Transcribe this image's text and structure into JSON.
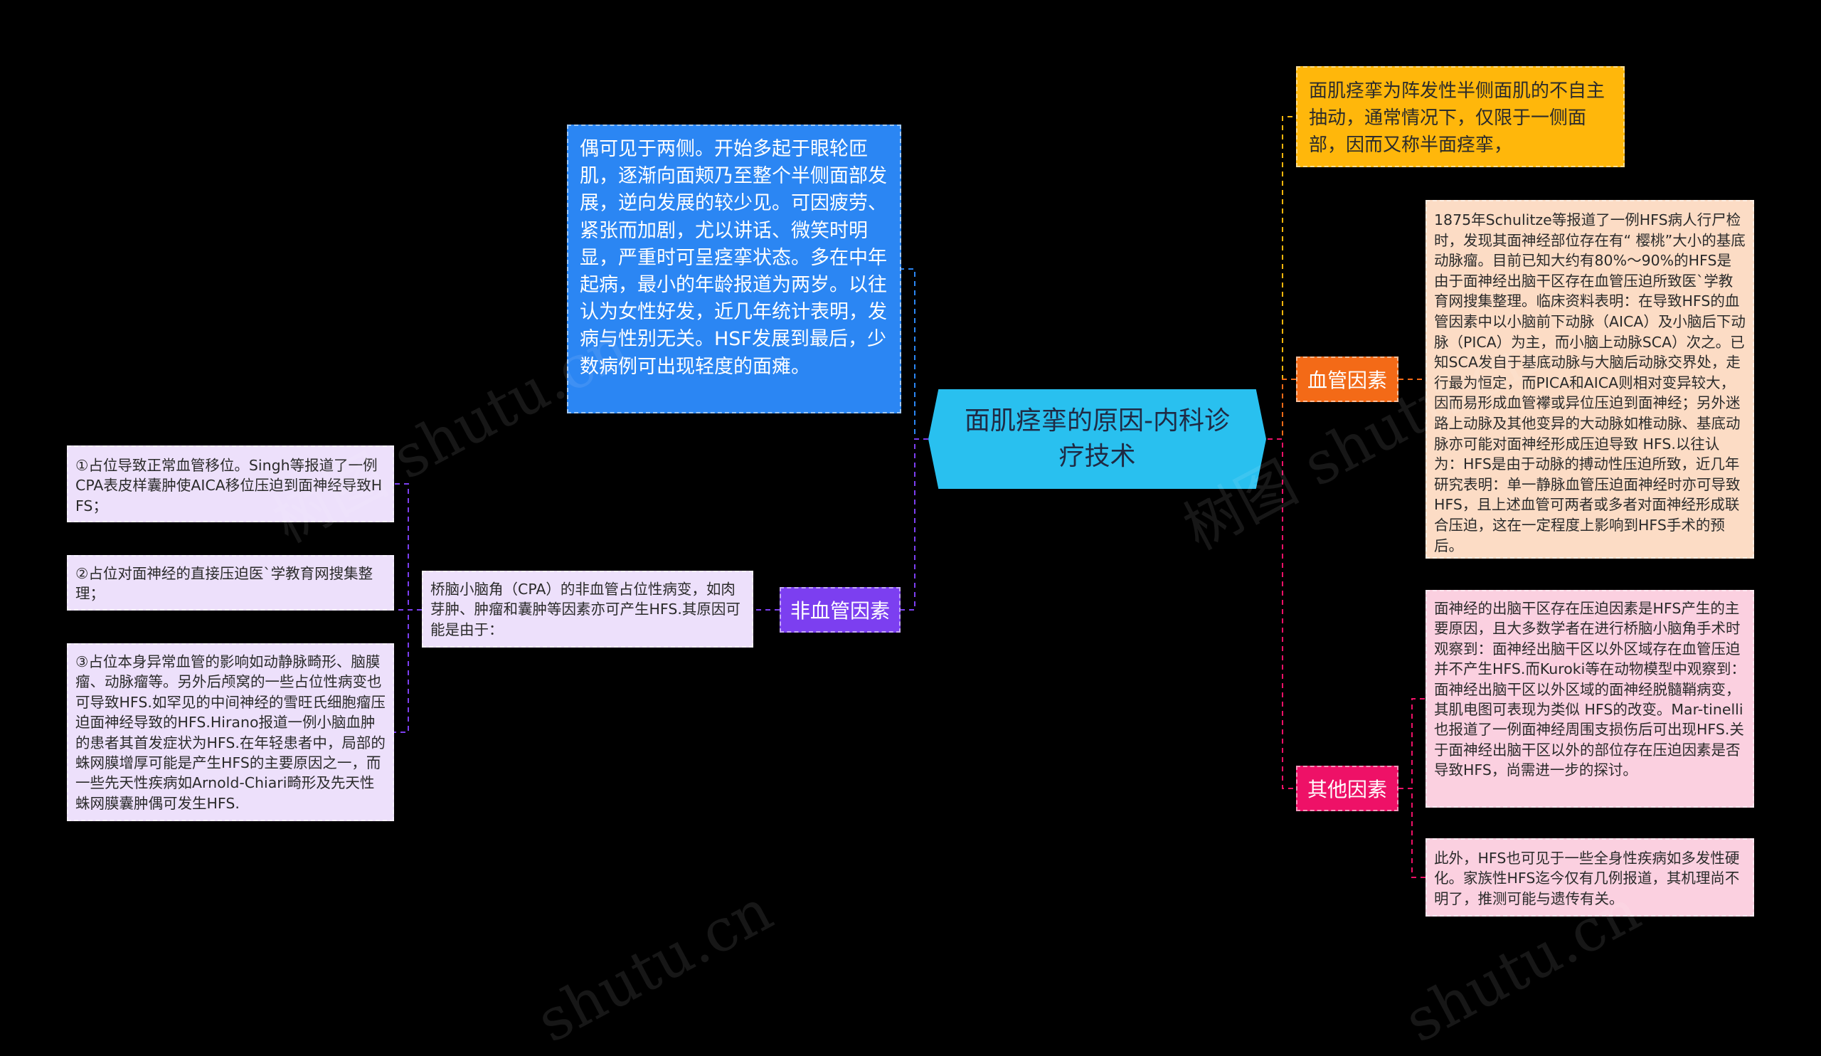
{
  "mindmap": {
    "central": "面肌痉挛的原因-内科诊疗技术",
    "intro": "面肌痉挛为阵发性半侧面肌的不自主抽动，通常情况下，仅限于一侧面部，因而又称半面痉挛，",
    "blood": {
      "label": "血管因素",
      "detail": "1875年Schulitze等报道了一例HFS病人行尸检时，发现其面神经部位存在有“ 樱桃”大小的基底动脉瘤。目前已知大约有80%～90%的HFS是由于面神经出脑干区存在血管压迫所致医`学教育网搜集整理。临床资料表明：在导致HFS的血管因素中以小脑前下动脉（AICA）及小脑后下动脉（PICA）为主，而小脑上动脉SCA）次之。已知SCA发自于基底动脉与大脑后动脉交界处，走行最为恒定，而PICA和AICA则相对变异较大，因而易形成血管襻或异位压迫到面神经；另外迷路上动脉及其他变异的大动脉如椎动脉、基底动脉亦可能对面神经形成压迫导致 HFS.以往认为：HFS是由于动脉的搏动性压迫所致，近几年研究表明：单一静脉血管压迫面神经时亦可导致HFS，且上述血管可两者或多者对面神经形成联合压迫，这在一定程度上影响到HFS手术的预后。"
    },
    "other": {
      "label": "其他因素",
      "detail1": "面神经的出脑干区存在压迫因素是HFS产生的主要原因，且大多数学者在进行桥脑小脑角手术时观察到：面神经出脑干区以外区域存在血管压迫并不产生HFS.而Kuroki等在动物模型中观察到：面神经出脑干区以外区域的面神经脱髓鞘病变，其肌电图可表现为类似 HFS的改变。Mar-tinelli也报道了一例面神经周围支损伤后可出现HFS.关于面神经出脑干区以外的部位存在压迫因素是否导致HFS，尚需进一步的探讨。",
      "detail2": "此外，HFS也可见于一些全身性疾病如多发性硬化。家族性HFS迄今仅有几例报道，其机理尚不明了，推测可能与遗传有关。"
    },
    "clinical": "偶可见于两侧。开始多起于眼轮匝肌，逐渐向面颊乃至整个半侧面部发展，逆向发展的较少见。可因疲劳、紧张而加剧，尤以讲话、微笑时明显，严重时可呈痉挛状态。多在中年起病，最小的年龄报道为两岁。以往认为女性好发，近几年统计表明，发病与性别无关。HSF发展到最后，少数病例可出现轻度的面瘫。",
    "nonvascular": {
      "label": "非血管因素",
      "detail": "桥脑小脑角（CPA）的非血管占位性病变，如肉芽肿、肿瘤和囊肿等因素亦可产生HFS.其原因可能是由于：",
      "items": [
        "①占位导致正常血管移位。Singh等报道了一例CPA表皮样囊肿使AICA移位压迫到面神经导致HFS；",
        "②占位对面神经的直接压迫医`学教育网搜集整理；",
        "③占位本身异常血管的影响如动静脉畸形、脑膜瘤、动脉瘤等。另外后颅窝的一些占位性病变也可导致HFS.如罕见的中间神经的雪旺氏细胞瘤压迫面神经导致的HFS.Hirano报道一例小脑血肿的患者其首发症状为HFS.在年轻患者中，局部的蛛网膜增厚可能是产生HFS的主要原因之一，而一些先天性疾病如Arnold-Chiari畸形及先天性蛛网膜囊肿偶可发生HFS."
      ]
    }
  },
  "watermarks": [
    "树图 shutu.cn",
    "树图 shutu.cn",
    "shutu.cn",
    "shutu.cn"
  ],
  "colors": {
    "background": "#000000",
    "central": "#29c0ef",
    "intro": "#ffb70b",
    "blood": "#f36a17",
    "other": "#ee1167",
    "nonvascular": "#7c3ff0",
    "clinical": "#2b86f3",
    "blood_detail": "#fcdcc5",
    "other_detail": "#fbd0e0",
    "nonvascular_detail": "#ede0fb"
  }
}
